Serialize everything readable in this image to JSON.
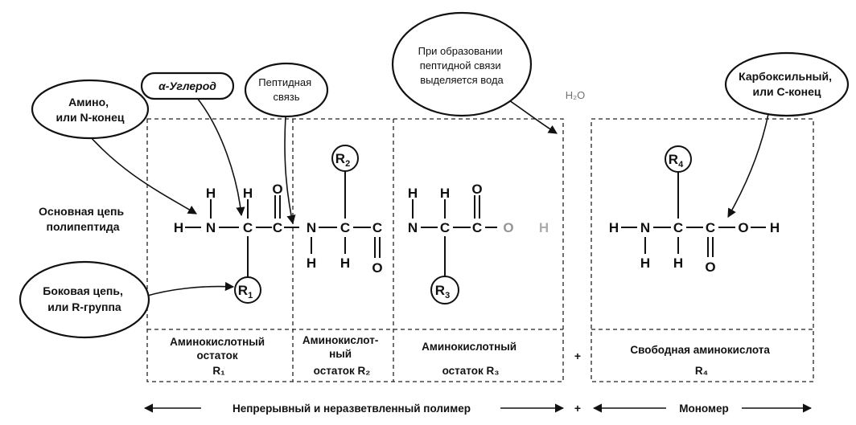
{
  "callouts": {
    "amino": [
      "Амино,",
      "или N-конец"
    ],
    "alpha_carbon": "α-Углерод",
    "peptide_bond": [
      "Пептидная",
      "связь"
    ],
    "water_note": [
      "При образовании",
      "пептидной связи",
      "выделяется вода"
    ],
    "carboxyl": [
      "Карбоксильный,",
      "или С-конец"
    ],
    "side_chain": [
      "Боковая цепь,",
      "или R-группа"
    ]
  },
  "backbone_label": [
    "Основная цепь",
    "полипептида"
  ],
  "water": "H₂O",
  "atoms": {
    "H": "H",
    "N": "N",
    "C": "C",
    "O": "O",
    "R1": "R",
    "R1_sub": "1",
    "R2": "R",
    "R2_sub": "2",
    "R3": "R",
    "R3_sub": "3",
    "R4": "R",
    "R4_sub": "4"
  },
  "residues": [
    {
      "name": [
        "Аминокислотный",
        "остаток"
      ],
      "sub": "R₁"
    },
    {
      "name": [
        "Аминокислот-",
        "ный"
      ],
      "sub": "остаток R₂"
    },
    {
      "name": [
        "Аминокислотный"
      ],
      "sub": "остаток R₃"
    },
    {
      "name": [
        "Свободная аминокислота"
      ],
      "sub": "R₄"
    }
  ],
  "plus": "+",
  "footer": {
    "polymer": "Непрерывный и неразветвленный полимер",
    "plus": "+",
    "monomer": "Мономер"
  }
}
